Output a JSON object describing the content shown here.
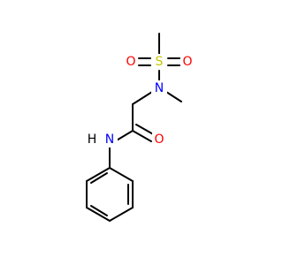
{
  "molecule": {
    "atoms": {
      "S": "S",
      "O1": "O",
      "O2": "O",
      "N_sulfonamide": "N",
      "O_carbonyl": "O",
      "N_amide": "N",
      "H_amide": "H"
    }
  },
  "colors": {
    "S": "#c6c600",
    "O": "#ff0000",
    "N": "#0000ff",
    "C": "#000000"
  }
}
